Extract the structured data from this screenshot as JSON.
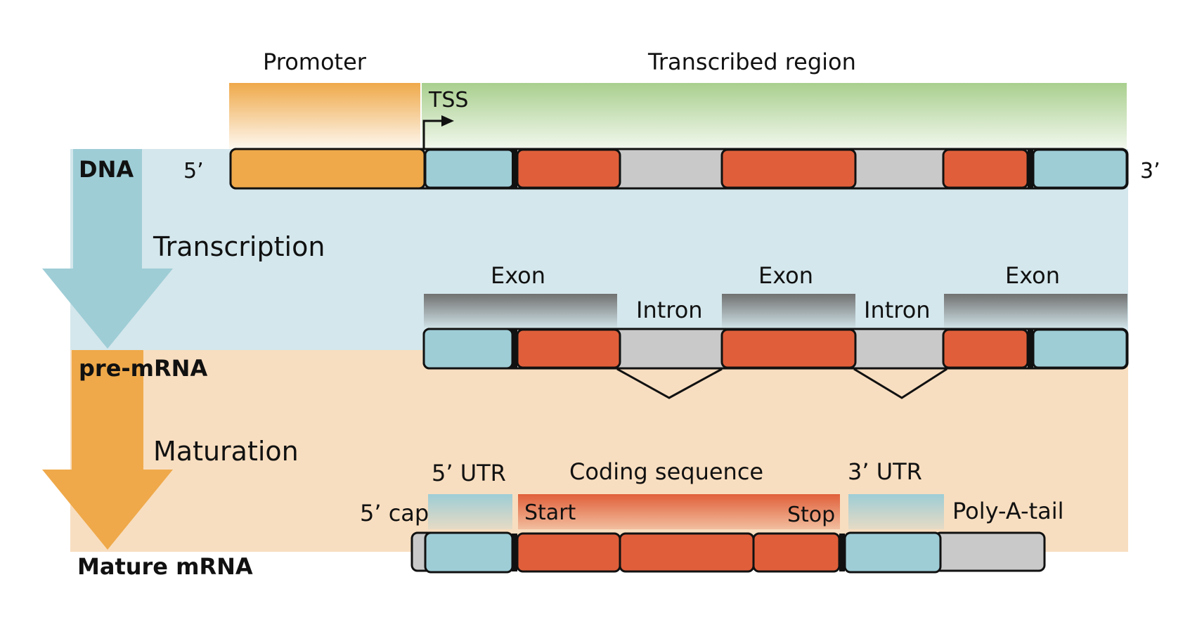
{
  "labels": {
    "promoter": "Promoter",
    "transcribed_region": "Transcribed region",
    "tss": "TSS",
    "dna": "DNA",
    "five_prime": "5’",
    "three_prime": "3’",
    "transcription": "Transcription",
    "exon_1": "Exon",
    "exon_2": "Exon",
    "exon_3": "Exon",
    "intron_1": "Intron",
    "intron_2": "Intron",
    "pre_mrna": "pre-mRNA",
    "maturation": "Maturation",
    "utr5": "5’ UTR",
    "coding_sequence": "Coding sequence",
    "utr3": "3’ UTR",
    "cap5": "5’ cap",
    "start": "Start",
    "stop": "Stop",
    "poly_a_tail": "Poly-A-tail",
    "mature_mrna": "Mature mRNA"
  },
  "colors": {
    "promoter": "#EFA94A",
    "utr_blue": "#9ECDD6",
    "exon_red": "#E05F3A",
    "intron_gray": "#C9C9C9",
    "transcribed_green": "#A9CF8E",
    "transcription_bg": "#D4E7EC",
    "maturation_bg": "#F8DEC0",
    "transcription_arrow": "#9ECDD6",
    "maturation_arrow": "#EFA94A",
    "outline": "#111111"
  }
}
